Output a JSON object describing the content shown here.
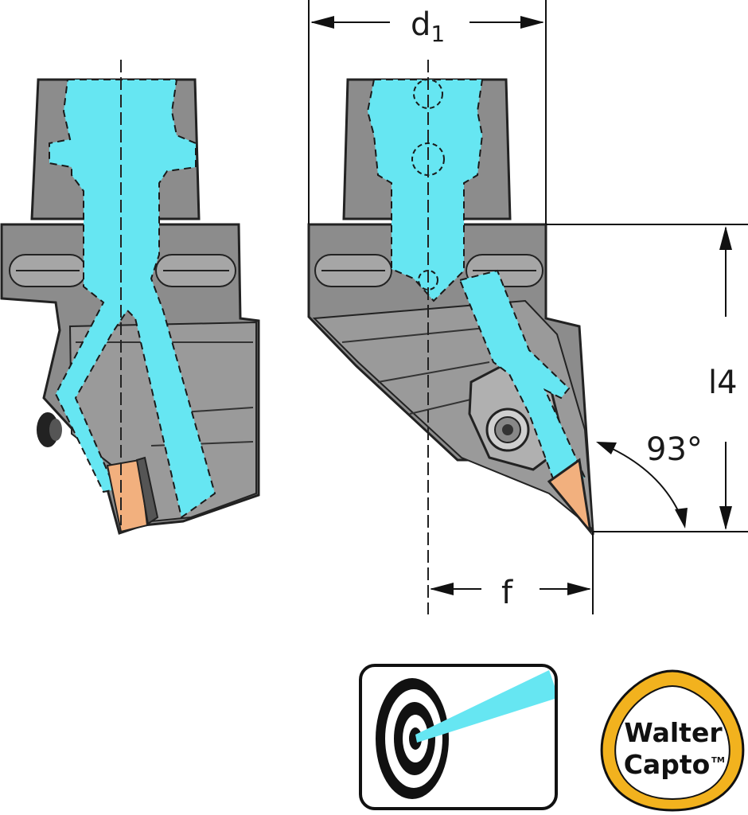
{
  "dimensions": {
    "d1": {
      "main": "d",
      "sub": "1"
    },
    "l4": "l4",
    "f": "f",
    "angle": "93°"
  },
  "logo": {
    "line1": "Walter",
    "line2": "Capto",
    "trademark": "TM"
  },
  "colors": {
    "body_gray": "#8c8c8c",
    "body_light": "#a6a6a6",
    "outline": "#222222",
    "coolant": "#66e6f2",
    "insert": "#f2b07e",
    "logo_yellow": "#f2b21e"
  },
  "icons": {
    "side_view": "tool-holder-side-view",
    "front_view": "tool-holder-front-view",
    "coolant_symbol": "target-coolant-icon",
    "brand_logo": "walter-capto-logo"
  }
}
